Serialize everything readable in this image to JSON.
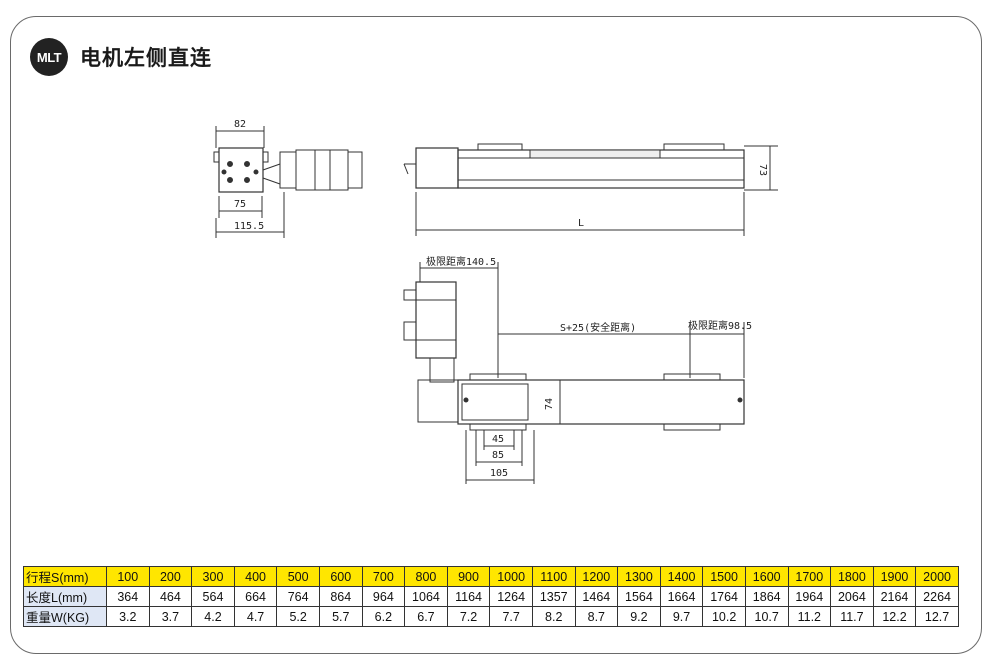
{
  "header": {
    "logo_text": "MLT",
    "title": "电机左侧直连"
  },
  "drawing": {
    "dims": {
      "end_width": "82",
      "end_inner": "75",
      "end_overall": "115.5",
      "height_side": "73",
      "length": "L",
      "limit_left": "极限距离140.5",
      "stroke_safe": "S+25(安全距离)",
      "limit_right": "极限距离98.5",
      "height_top": "74",
      "slider_45": "45",
      "slider_85": "85",
      "slider_105": "105"
    },
    "line_color": "#333333"
  },
  "spec_table": {
    "row_headers": [
      "行程S(mm)",
      "长度L(mm)",
      "重量W(KG)"
    ],
    "stroke": [
      "100",
      "200",
      "300",
      "400",
      "500",
      "600",
      "700",
      "800",
      "900",
      "1000",
      "1100",
      "1200",
      "1300",
      "1400",
      "1500",
      "1600",
      "1700",
      "1800",
      "1900",
      "2000"
    ],
    "length": [
      "364",
      "464",
      "564",
      "664",
      "764",
      "864",
      "964",
      "1064",
      "1164",
      "1264",
      "1357",
      "1464",
      "1564",
      "1664",
      "1764",
      "1864",
      "1964",
      "2064",
      "2164",
      "2264"
    ],
    "weight": [
      "3.2",
      "3.7",
      "4.2",
      "4.7",
      "5.2",
      "5.7",
      "6.2",
      "6.7",
      "7.2",
      "7.7",
      "8.2",
      "8.7",
      "9.2",
      "9.7",
      "10.2",
      "10.7",
      "11.2",
      "11.7",
      "12.2",
      "12.7"
    ],
    "header_color": "#ffe600"
  }
}
